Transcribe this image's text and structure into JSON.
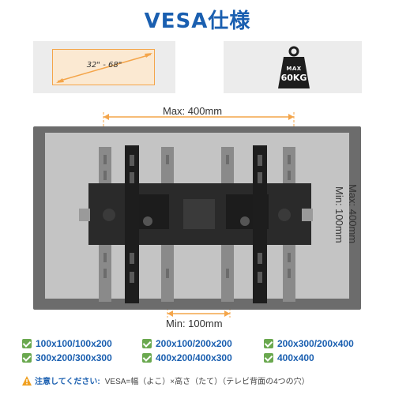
{
  "title": "VESA仕様",
  "size_range": "32\" - 68\"",
  "weight": {
    "top": "MAX",
    "value": "60KG"
  },
  "dimensions": {
    "max_width": "Max: 400mm",
    "max_height": "Max: 400mm",
    "min_height": "Min: 100mm",
    "min_width": "Min: 100mm"
  },
  "vesa_list": [
    "100x100/100x200",
    "200x100/200x200",
    "200x300/200x400",
    "300x200/300x300",
    "400x200/400x300",
    "400x400"
  ],
  "note": {
    "label": "注意してください:",
    "text": "VESA=幅（よこ）×高さ（たて）（テレビ背面の4つの穴）"
  },
  "colors": {
    "accent": "#1a5fb0",
    "dimension_line": "#f4a54a",
    "check": "#6aa84f",
    "tv_frame": "#6c6c6c",
    "tv_panel": "#c4c4c4"
  },
  "icons": [
    "tv-size-icon",
    "weight-icon",
    "check-icon",
    "warning-icon"
  ]
}
